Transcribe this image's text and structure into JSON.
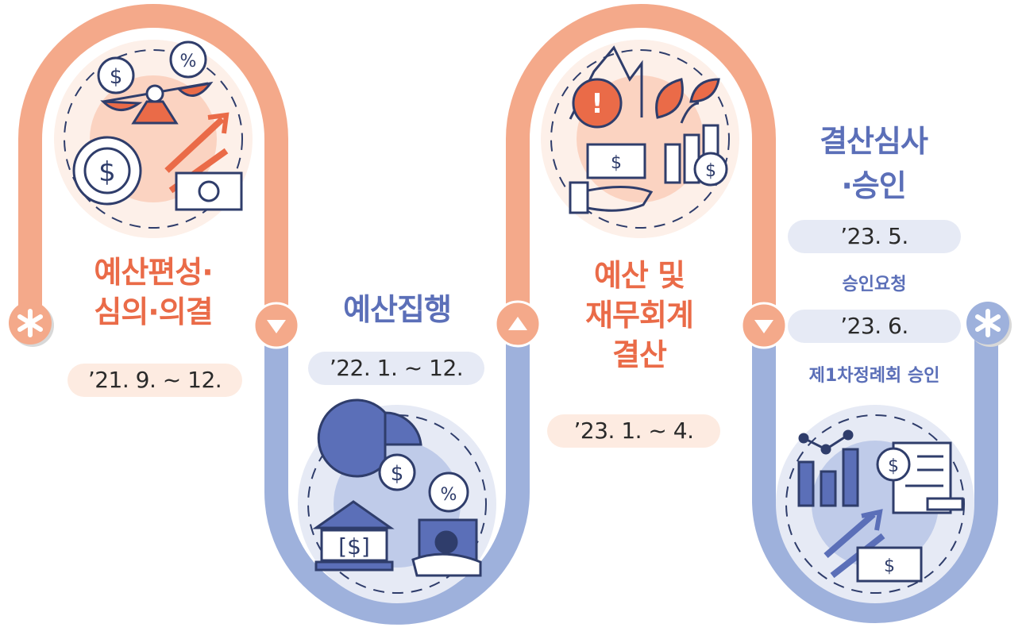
{
  "steps": [
    {
      "title_line1": "예산편성·",
      "title_line2": "심의·의결",
      "date": "’21. 9. ~ 12."
    },
    {
      "title": "예산집행",
      "date": "’22. 1. ~ 12."
    },
    {
      "title_line1": "예산 및",
      "title_line2": "재무회계",
      "title_line3": "결산",
      "date": "’23. 1. ~ 4."
    },
    {
      "title_line1": "결산심사",
      "title_line2": "·승인",
      "date1": "’23. 5.",
      "sub1": "승인요청",
      "date2": "’23. 6.",
      "sub2": "제1차정례회 승인"
    }
  ],
  "colors": {
    "orange": "#f4a98a",
    "orange_text": "#ea6b48",
    "blue": "#9eb1dc",
    "blue_text": "#5b6fb8",
    "navy": "#2f3d6b"
  },
  "icons": [
    "asterisk-icon",
    "arrow-down-icon",
    "arrow-up-icon",
    "finance-illustration-icon"
  ]
}
